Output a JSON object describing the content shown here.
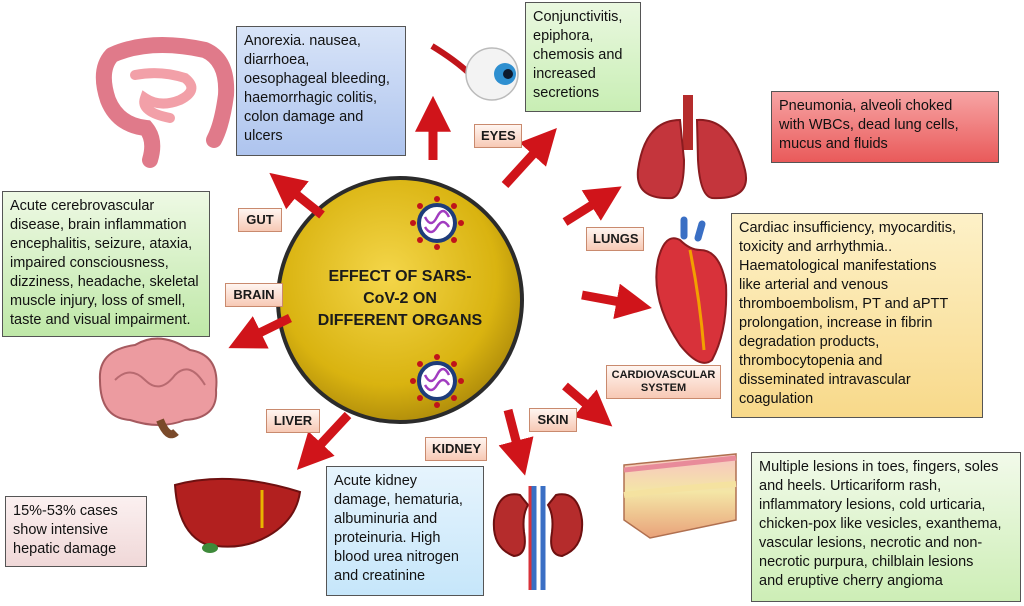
{
  "center": {
    "title": "EFFECT OF SARS-\nCoV-2 ON\nDIFFERENT ORGANS"
  },
  "labels": {
    "gut": "GUT",
    "eyes": "EYES",
    "lungs": "LUNGS",
    "brain": "BRAIN",
    "cardiovascular": "CARDIOVASCULAR\nSYSTEM",
    "liver": "LIVER",
    "kidney": "KIDNEY",
    "skin": "SKIN"
  },
  "boxes": {
    "gut": "Anorexia. nausea,\ndiarrhoea,\noesophageal bleeding,\nhaemorrhagic colitis,\ncolon damage and\nulcers",
    "eyes": "Conjunctivitis,\nepiphora,\nchemosis and\nincreased\nsecretions",
    "lungs": "Pneumonia, alveoli choked\nwith WBCs, dead lung cells,\nmucus and fluids",
    "brain": "Acute cerebrovascular\ndisease, brain inflammation\nencephalitis, seizure, ataxia,\nimpaired consciousness,\ndizziness, headache, skeletal\nmuscle injury, loss of smell,\ntaste and visual impairment.",
    "cardiovascular": "Cardiac insufficiency, myocarditis,\ntoxicity and arrhythmia..\nHaematological manifestations\nlike arterial and venous\nthromboembolism, PT and aPTT\nprolongation, increase in fibrin\ndegradation products,\nthrombocytopenia and\ndisseminated intravascular\ncoagulation",
    "liver": "15%-53% cases\nshow intensive\nhepatic damage",
    "kidney": "Acute kidney\ndamage, hematuria,\nalbuminuria and\nproteinuria. High\nblood urea nitrogen\nand creatinine",
    "skin": "Multiple lesions in toes, fingers, soles\nand heels. Urticariform rash,\ninflammatory lesions, cold urticaria,\nchicken-pox like vesicles, exanthema,\nvascular lesions, necrotic and non-\nnecrotic purpura, chilblain lesions\nand eruptive cherry angioma"
  },
  "colors": {
    "arrow": "#d0141a",
    "center_fill": "#d9b310",
    "box_blue": "#b8cdf0",
    "box_green": "#d6f2c4",
    "box_red": "#f26a6a",
    "box_yellow": "#fbe6a6",
    "box_pink": "#f6e3e3",
    "box_lightblue": "#d6ecfb"
  }
}
